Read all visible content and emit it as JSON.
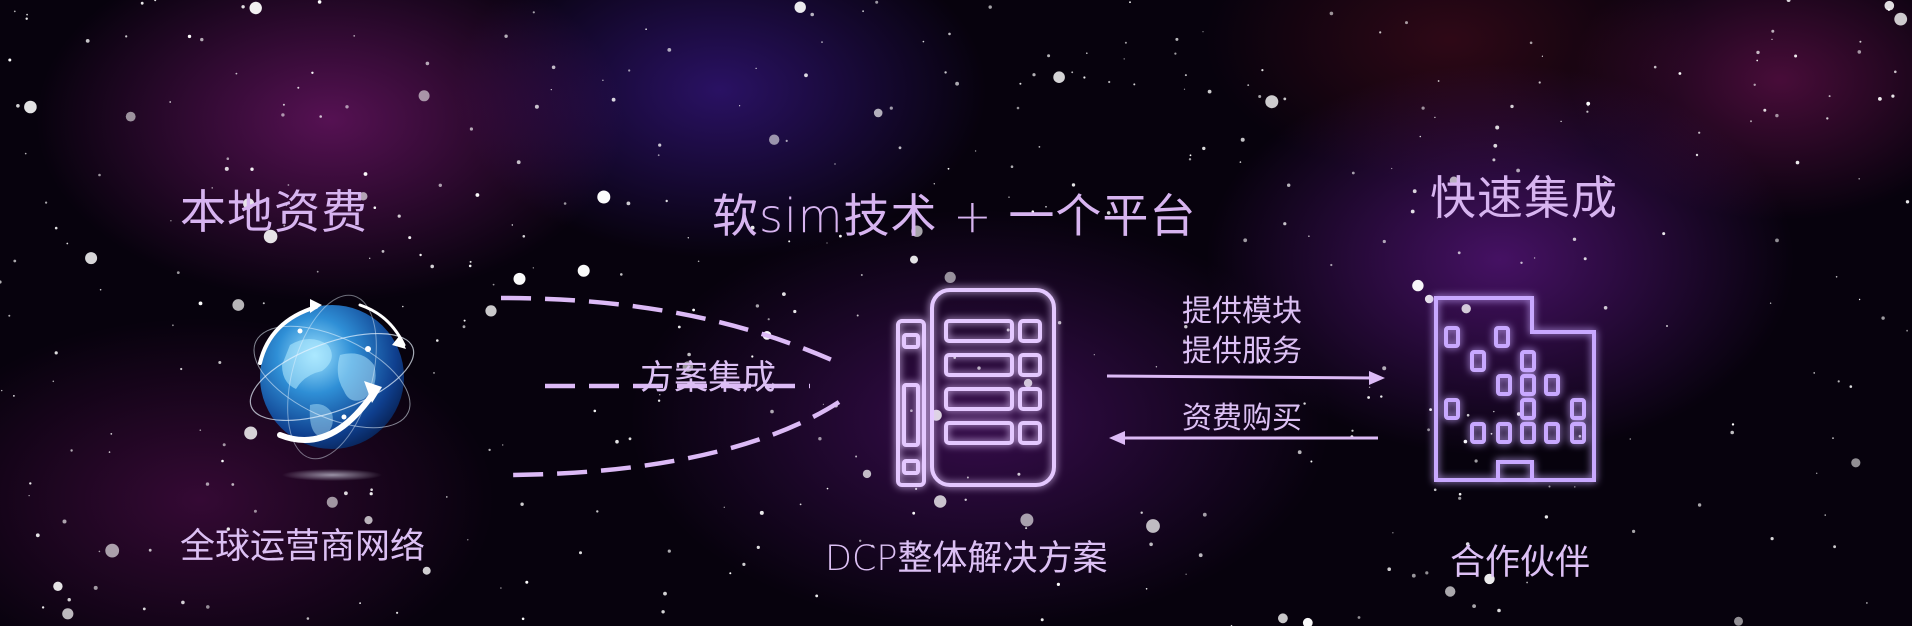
{
  "headings": {
    "left": "本地资费",
    "center": "软sim技术 + 一个平台",
    "right": "快速集成"
  },
  "captions": {
    "left": "全球运营商网络",
    "center": "DCP整体解决方案",
    "right": "合作伙伴"
  },
  "flow": {
    "loop_label": "方案集成",
    "to_partner_line1": "提供模块",
    "to_partner_line2": "提供服务",
    "from_partner": "资费购买"
  },
  "icons": {
    "left": "globe-icon",
    "center": "device-icon",
    "right": "building-icon"
  },
  "colors": {
    "accent": "#d8b4f4",
    "glow": "#8b5cf6",
    "text": "#d9b8f2"
  }
}
